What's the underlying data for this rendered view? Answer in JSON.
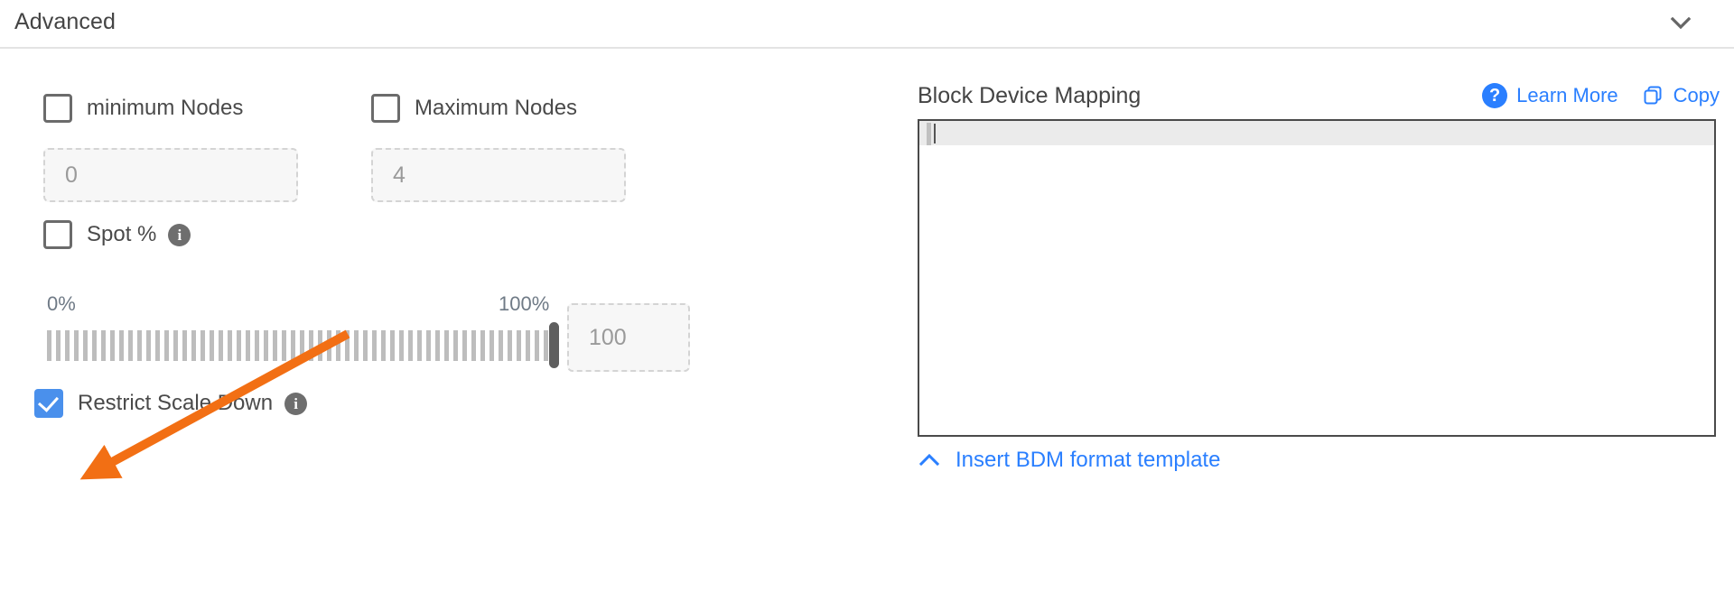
{
  "section": {
    "title": "Advanced",
    "collapse_icon": "chevron-down-icon"
  },
  "left_panel": {
    "min_nodes": {
      "label": "minimum Nodes",
      "checked": false,
      "input_placeholder": "0",
      "input_value": ""
    },
    "max_nodes": {
      "label": "Maximum Nodes",
      "checked": false,
      "input_placeholder": "4",
      "input_value": ""
    },
    "spot_percent": {
      "label": "Spot %",
      "checked": false,
      "info_icon": "info-icon"
    },
    "slider": {
      "min_label": "0%",
      "max_label": "100%",
      "min_value": 0,
      "max_value": 100,
      "current_value": 100,
      "input_value": "100"
    },
    "restrict_scale_down": {
      "label": "Restrict Scale Down",
      "checked": true,
      "info_icon": "info-icon"
    }
  },
  "right_panel": {
    "title": "Block Device Mapping",
    "learn_more": {
      "label": "Learn More",
      "icon": "question-mark-circle-icon"
    },
    "copy": {
      "label": "Copy",
      "icon": "copy-icon"
    },
    "editor": {
      "content": "",
      "active_line": 1
    },
    "insert_template": {
      "label": "Insert BDM format template",
      "icon": "chevron-up-icon"
    }
  },
  "annotation": {
    "type": "arrow",
    "color": "#f26f14",
    "points_at": "restrict-scale-down-checkbox"
  },
  "colors": {
    "accent_blue": "#2a7fff",
    "checkbox_blue": "#4a90ec",
    "annotation_orange": "#f26f14",
    "text_gray": "#4a4a4a",
    "placeholder_gray": "#9a9a9a"
  }
}
